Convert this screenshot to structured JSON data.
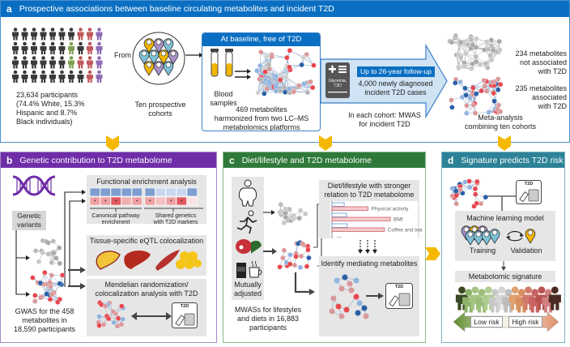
{
  "colors": {
    "panel_a": "#0a6fc2",
    "panel_b": "#6f2da8",
    "panel_c": "#2f7a3a",
    "panel_d": "#2d8297",
    "chevron": "#f5b800",
    "node_red": "#e8474f",
    "node_pink": "#d9989a",
    "node_blue": "#2a5fa8",
    "node_lightblue": "#8fb4e0",
    "node_grey": "#b5b5b5"
  },
  "panel_a": {
    "letter": "a",
    "title": "Prospective associations between baseline circulating metabolites and incident T2D",
    "participants_text": [
      "23,634 participants",
      "(74.4% White, 15.3%",
      "Hispanic and 8.7%",
      "Black individuals)"
    ],
    "from_label": "From",
    "cohorts_label": [
      "Ten prospective",
      "cohorts"
    ],
    "baseline_box_title": "At baseline, free of T2D",
    "blood_label": [
      "Blood",
      "samples"
    ],
    "metabolites_text": [
      "469 metabolites",
      "harmonized from two LC–MS",
      "metabolomics platforms"
    ],
    "glycemia_label": [
      "Glycemia,",
      "T2D"
    ],
    "followup_label": "Up to 26-year follow-up",
    "cases_text": [
      "4,000 newly diagnosed",
      "incident T2D cases"
    ],
    "mwas_text": [
      "In each cohort: MWAS",
      "for incident T2D"
    ],
    "not_assoc_text": [
      "234 metabolites",
      "not associated",
      "with T2D"
    ],
    "assoc_text": [
      "235 metabolites",
      "associated",
      "with T2D"
    ],
    "meta_text": [
      "Meta-analysis",
      "combining ten cohorts"
    ]
  },
  "panel_b": {
    "letter": "b",
    "title": "Genetic contribution to T2D metabolome",
    "genetic_variants": [
      "Genetic",
      "variants"
    ],
    "enrichment_title": "Functional enrichment analysis",
    "canonical_label": [
      "Canonical pathway",
      "enrichment"
    ],
    "shared_label": [
      "Shared genetics",
      "with T2D markers"
    ],
    "eqtl_title": "Tissue-specific eQTL colocalization",
    "mr_title": [
      "Mendelian randomization/",
      "colocalization analysis with T2D"
    ],
    "gwas_text": [
      "GWAS for the 458",
      "metabolites in",
      "18,590 participants"
    ],
    "t2d_label": "T2D"
  },
  "panel_c": {
    "letter": "c",
    "title": "Diet/lifestyle and T2D metabolome",
    "stronger_title": [
      "Diet/lifestyle with stronger",
      "relation to T2D metabolome"
    ],
    "bars": [
      {
        "label": "Physical activity",
        "blue": 0.35,
        "red": 0.62
      },
      {
        "label": "BMI",
        "blue": 0.42,
        "red": 1.0
      },
      {
        "label": "Coffee and tea",
        "blue": 0.44,
        "red": 0.9
      }
    ],
    "ellipsis": "...",
    "mediating_title": "Identify mediating metabolites",
    "mutually_adjusted": [
      "Mutually",
      "adjusted"
    ],
    "mwas_text": [
      "MWASs for lifestyles",
      "and diets in 16,883",
      "participants"
    ],
    "t2d_label": "T2D"
  },
  "panel_d": {
    "letter": "d",
    "title": "Signature predicts T2D risk",
    "ml_title": "Machine learning model",
    "training_label": "Training",
    "validation_label": "Validation",
    "signature_title": "Metabolomic signature",
    "low_risk": "Low risk",
    "high_risk": "High risk",
    "t2d_label": "T2D"
  }
}
